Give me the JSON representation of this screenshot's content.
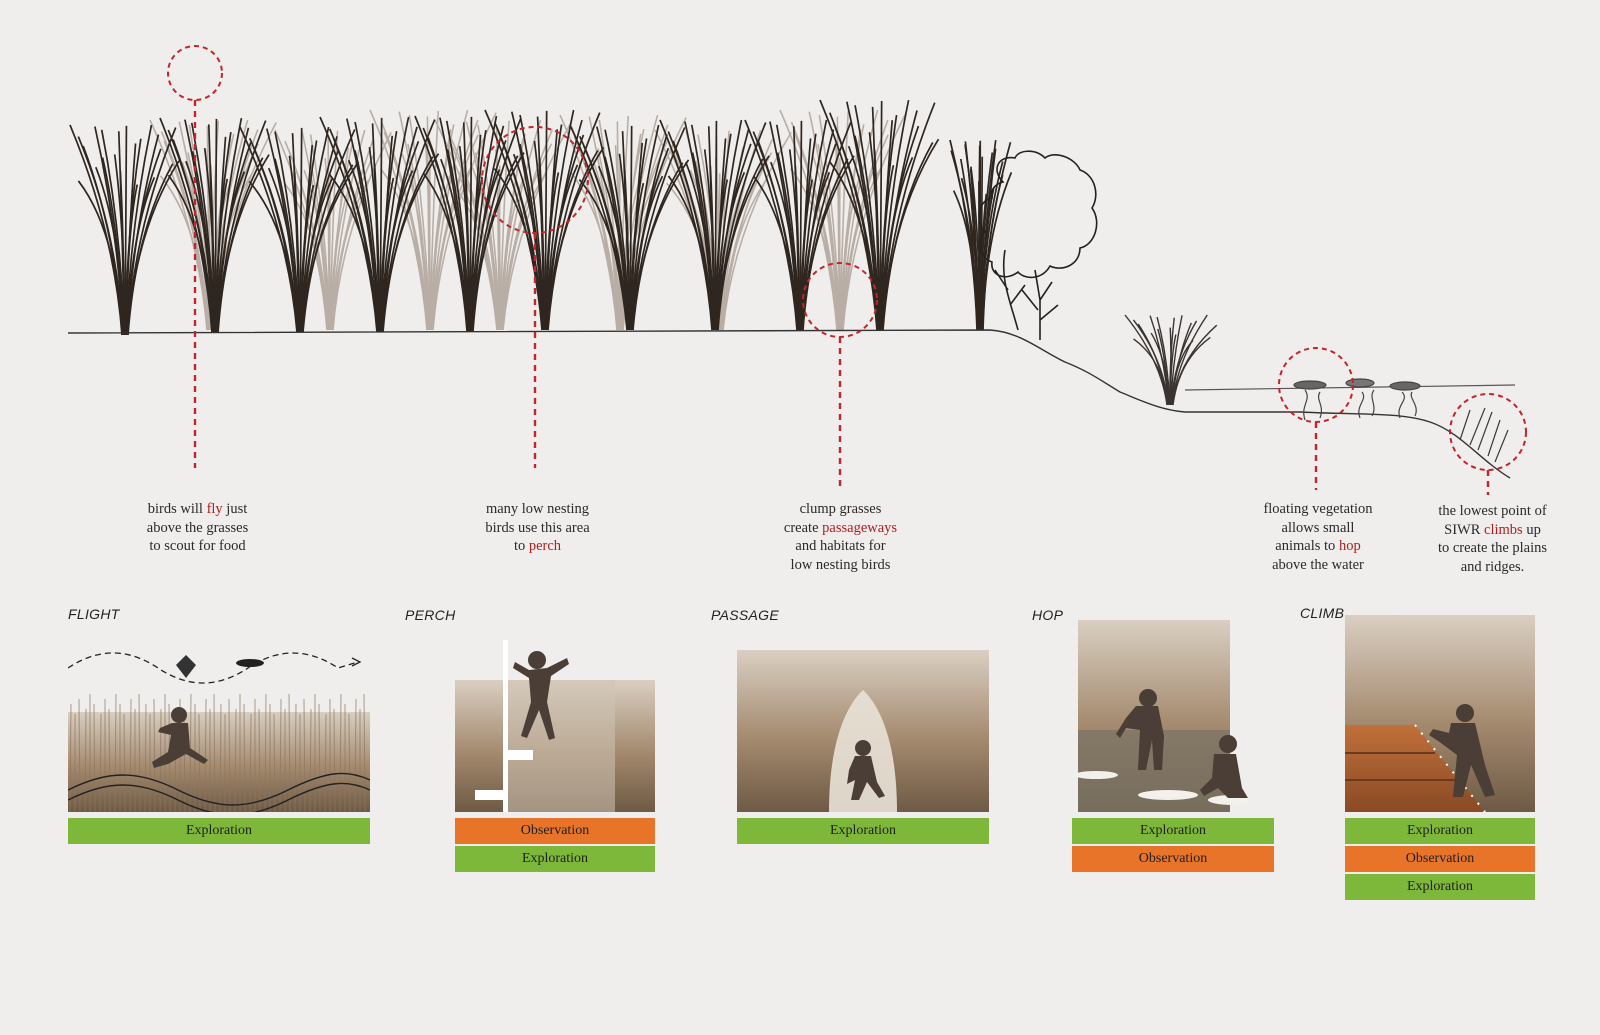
{
  "colors": {
    "background": "#efeeec",
    "highlight": "#b01e1e",
    "exploration": "#7eb83a",
    "observation": "#e8742a",
    "dashed_marker": "#c0262c"
  },
  "captions": [
    {
      "id": "fly",
      "lines": [
        [
          "birds will ",
          "fly",
          " just"
        ],
        [
          "above the grasses"
        ],
        [
          "to scout for food"
        ]
      ]
    },
    {
      "id": "perch",
      "lines": [
        [
          "many low nesting"
        ],
        [
          "birds use this area"
        ],
        [
          "to ",
          "perch",
          ""
        ]
      ]
    },
    {
      "id": "passage",
      "lines": [
        [
          "clump grasses"
        ],
        [
          "create ",
          "passageways",
          ""
        ],
        [
          "and habitats for"
        ],
        [
          "low nesting birds"
        ]
      ]
    },
    {
      "id": "hop",
      "lines": [
        [
          "floating vegetation"
        ],
        [
          "allows small"
        ],
        [
          "animals to ",
          "hop",
          ""
        ],
        [
          "above the water"
        ]
      ]
    },
    {
      "id": "climb",
      "lines": [
        [
          "the lowest point of"
        ],
        [
          "SIWR ",
          "climbs",
          " up"
        ],
        [
          "to  create the plains"
        ],
        [
          "and ridges."
        ]
      ]
    }
  ],
  "panels": [
    {
      "id": "flight",
      "title": "FLIGHT",
      "bars": [
        {
          "type": "exploration",
          "label": "Exploration"
        }
      ]
    },
    {
      "id": "perch",
      "title": "PERCH",
      "bars": [
        {
          "type": "observation",
          "label": "Observation"
        },
        {
          "type": "exploration",
          "label": "Exploration"
        }
      ]
    },
    {
      "id": "passage",
      "title": "PASSAGE",
      "bars": [
        {
          "type": "exploration",
          "label": "Exploration"
        }
      ]
    },
    {
      "id": "hop",
      "title": "HOP",
      "bars": [
        {
          "type": "exploration",
          "label": "Exploration"
        },
        {
          "type": "observation",
          "label": "Observation"
        }
      ]
    },
    {
      "id": "climb",
      "title": "CLIMB",
      "bars": [
        {
          "type": "exploration",
          "label": "Exploration"
        },
        {
          "type": "observation",
          "label": "Observation"
        },
        {
          "type": "exploration",
          "label": "Exploration"
        }
      ]
    }
  ]
}
